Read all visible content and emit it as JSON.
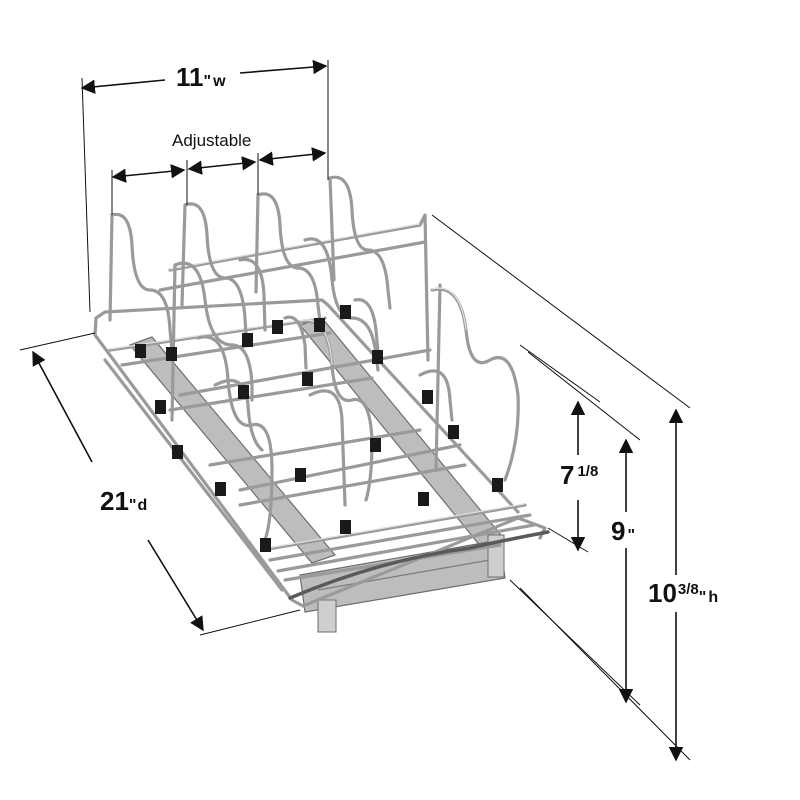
{
  "dimensions": {
    "width": {
      "value": "11",
      "unit_mark": "\"",
      "suffix": "w"
    },
    "adjustable": {
      "label": "Adjustable"
    },
    "depth": {
      "value": "21",
      "unit_mark": "\"",
      "suffix": "d"
    },
    "height_divider": {
      "value": "7",
      "fraction": "1/8"
    },
    "height_rail": {
      "value": "9",
      "unit_mark": "\""
    },
    "height_total": {
      "value": "10",
      "fraction": "3/8",
      "unit_mark": "\"",
      "suffix": "h"
    }
  },
  "colors": {
    "chrome": "#9a9a9a",
    "chrome_highlight": "#e2e2e2",
    "clips": "#1a1a1a",
    "lines": "#111111"
  }
}
